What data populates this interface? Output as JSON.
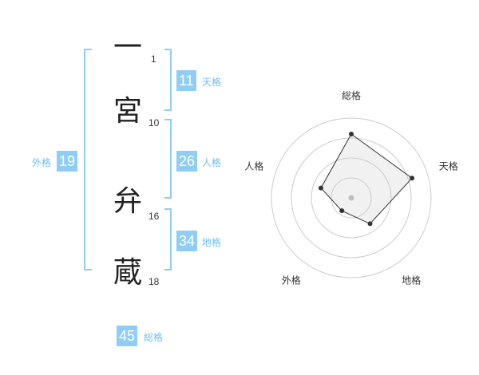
{
  "name": {
    "chars": [
      {
        "char": "一",
        "strokes": "1"
      },
      {
        "char": "宮",
        "strokes": "10"
      },
      {
        "char": "弁",
        "strokes": "16"
      },
      {
        "char": "蔵",
        "strokes": "18"
      }
    ]
  },
  "kakusu": {
    "tenkaku": {
      "value": "11",
      "label": "天格"
    },
    "jinkaku": {
      "value": "26",
      "label": "人格"
    },
    "chikaku": {
      "value": "34",
      "label": "地格"
    },
    "gaikaku": {
      "value": "19",
      "label": "外格"
    },
    "soukaku": {
      "value": "45",
      "label": "総格"
    }
  },
  "colors": {
    "accent": "#8fcdf5",
    "bracket": "#8fcdf5",
    "label": "#6dbfee"
  },
  "chart_data": {
    "type": "radar",
    "axes": [
      "総格",
      "天格",
      "地格",
      "外格",
      "人格"
    ],
    "values": [
      4,
      4,
      2,
      1,
      2
    ],
    "rmax": 5,
    "rings": 4,
    "grid": true
  }
}
